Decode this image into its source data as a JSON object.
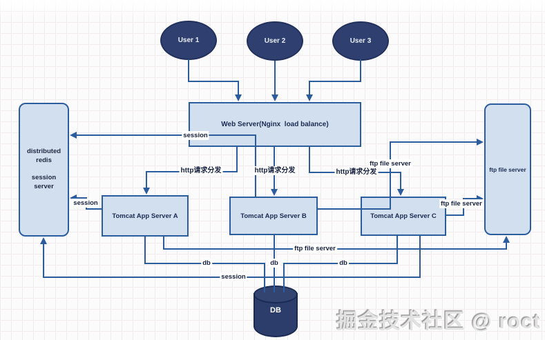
{
  "diagram": {
    "users": [
      {
        "label": "User 1"
      },
      {
        "label": "User 2"
      },
      {
        "label": "User 3"
      }
    ],
    "web_server": {
      "label": "Web Server(Nginx  load balance)"
    },
    "redis": {
      "label": "distributed\nredis\n\nsession\nserver"
    },
    "ftp": {
      "label": "ftp file server"
    },
    "tomcats": [
      {
        "label": "Tomcat App Server A"
      },
      {
        "label": "Tomcat App Server B"
      },
      {
        "label": "Tomcat App Server C"
      }
    ],
    "db": {
      "label": "DB"
    }
  },
  "edge_labels": {
    "session_top": "session",
    "session_mid": "session",
    "session_bottom": "session",
    "http_dispatch_a": "http请求分发",
    "http_dispatch_b": "http请求分发",
    "http_dispatch_c": "http请求分发",
    "ftp_top": "ftp file server",
    "ftp_right": "ftp file server",
    "ftp_bottom": "ftp file server",
    "db_left": "db",
    "db_mid": "db",
    "db_right": "db"
  },
  "watermark": "掘金技术社区 @ roct",
  "colors": {
    "line": "#2b5d9e",
    "node_fill": "#d2dfee",
    "node_border": "#2b5d9e",
    "dark_node_fill": "#2f4070",
    "dark_node_border": "#22305c",
    "node_text": "#1b2b52",
    "edge_label_text": "#16203d"
  }
}
